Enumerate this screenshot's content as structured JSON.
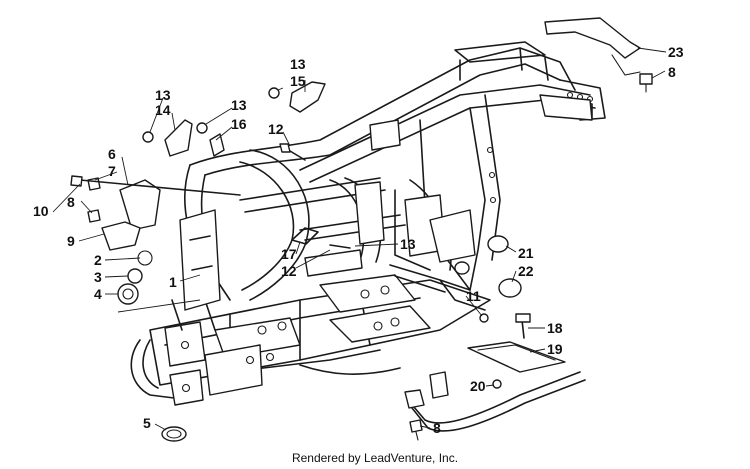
{
  "diagram": {
    "callouts": [
      {
        "id": "c13a",
        "text": "13"
      },
      {
        "id": "c15",
        "text": "15"
      },
      {
        "id": "c13b",
        "text": "13"
      },
      {
        "id": "c14",
        "text": "14"
      },
      {
        "id": "c13c",
        "text": "13"
      },
      {
        "id": "c16",
        "text": "16"
      },
      {
        "id": "c12a",
        "text": "12"
      },
      {
        "id": "c6",
        "text": "6"
      },
      {
        "id": "c7",
        "text": "7"
      },
      {
        "id": "c10",
        "text": "10"
      },
      {
        "id": "c8a",
        "text": "8"
      },
      {
        "id": "c9",
        "text": "9"
      },
      {
        "id": "c2",
        "text": "2"
      },
      {
        "id": "c3",
        "text": "3"
      },
      {
        "id": "c4",
        "text": "4"
      },
      {
        "id": "c1",
        "text": "1"
      },
      {
        "id": "c17",
        "text": "17"
      },
      {
        "id": "c12b",
        "text": "12"
      },
      {
        "id": "c13d",
        "text": "13"
      },
      {
        "id": "c11",
        "text": "11"
      },
      {
        "id": "c21",
        "text": "21"
      },
      {
        "id": "c22",
        "text": "22"
      },
      {
        "id": "c23",
        "text": "23"
      },
      {
        "id": "c8b",
        "text": "8"
      },
      {
        "id": "c18",
        "text": "18"
      },
      {
        "id": "c19",
        "text": "19"
      },
      {
        "id": "c20",
        "text": "20"
      },
      {
        "id": "c8c",
        "text": "8"
      },
      {
        "id": "c5",
        "text": "5"
      }
    ],
    "footer": "Rendered by LeadVenture, Inc."
  }
}
